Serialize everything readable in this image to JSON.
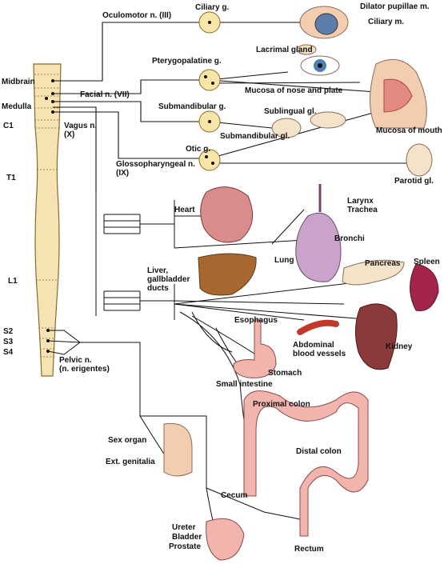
{
  "labels": {
    "oculomotor": "Oculomotor n. (III)",
    "ciliary_g": "Ciliary g.",
    "dilator": "Dilator pupillae m.",
    "ciliary_m": "Ciliary m.",
    "lacrimal": "Lacrimal gland",
    "pterygopalatine": "Pterygopalatine g.",
    "midbrain": "Midbrain",
    "facial": "Facial n. (VII)",
    "mucosa_nose": "Mucosa of nose and plate",
    "medulla": "Medulla",
    "submandibular_g": "Submandibular g.",
    "sublingual": "Sublingual gl.",
    "c1": "C1",
    "vagus": "Vagus n.",
    "vagus2": "(X)",
    "submandibular_gl": "Submandibular gl.",
    "mucosa_mouth": "Mucosa of mouth",
    "otic": "Otic g.",
    "glosso": "Glossopharyngeal n.",
    "glosso2": "(IX)",
    "parotid": "Parotid gl.",
    "t1": "T1",
    "larynx": "Larynx",
    "trachea": "Trachea",
    "heart": "Heart",
    "bronchi": "Bronchi",
    "lung": "Lung",
    "pancreas": "Pancreas",
    "spleen": "Spleen",
    "liver": "Liver,",
    "liver2": "gallbladder",
    "liver3": "ducts",
    "l1": "L1",
    "esophagus": "Esophagus",
    "abdominal": "Abdominal",
    "abdominal2": "blood vessels",
    "kidney": "Kidney",
    "s2": "S2",
    "s3": "S3",
    "s4": "S4",
    "pelvic": "Pelvic n.",
    "pelvic2": "(n. erigentes)",
    "stomach": "Stomach",
    "small_int": "Small intestine",
    "prox_colon": "Proximal colon",
    "sex_organ": "Sex organ",
    "ext_gen": "Ext. genitalia",
    "distal_colon": "Distal colon",
    "cecum": "Cecum",
    "ureter": "Ureter",
    "bladder": "Bladder",
    "prostate": "Prostate",
    "rectum": "Rectum"
  },
  "colors": {
    "cord_fill": "#f6e3b4",
    "cord_stroke": "#8a6a2a",
    "ganglion": "#f6e6a8",
    "nerve": "#111111",
    "heart": "#d98c8c",
    "lung": "#c9a3c9",
    "liver": "#a8672e",
    "pancreas": "#f3e3c8",
    "spleen": "#a3264a",
    "kidney": "#8a3a3a",
    "vessel": "#c0392b",
    "gut": "#f2b5ae",
    "skin": "#f3cdb0"
  }
}
